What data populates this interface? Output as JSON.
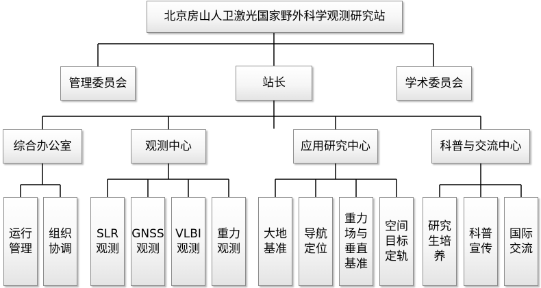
{
  "org_chart": {
    "root": {
      "label": "北京房山人卫激光国家野外科学观测研究站"
    },
    "committees": {
      "management": {
        "label": "管理委员会"
      },
      "director": {
        "label": "站长"
      },
      "academic": {
        "label": "学术委员会"
      }
    },
    "departments": [
      {
        "label": "综合办公室",
        "units": [
          {
            "label": "运行\n管理"
          },
          {
            "label": "组织\n协调"
          }
        ]
      },
      {
        "label": "观测中心",
        "units": [
          {
            "label": "SLR\n观测"
          },
          {
            "label": "GNSS\n观测"
          },
          {
            "label": "VLBI\n观测"
          },
          {
            "label": "重力\n观测"
          }
        ]
      },
      {
        "label": "应用研究中心",
        "units": [
          {
            "label": "大地\n基准"
          },
          {
            "label": "导航\n定位"
          },
          {
            "label": "重力\n场与\n垂直\n基准"
          },
          {
            "label": "空间\n目标\n定轨"
          }
        ]
      },
      {
        "label": "科普与交流中心",
        "units": [
          {
            "label": "研究\n生培\n养"
          },
          {
            "label": "科普\n宣传"
          },
          {
            "label": "国际\n交流"
          }
        ]
      }
    ]
  }
}
